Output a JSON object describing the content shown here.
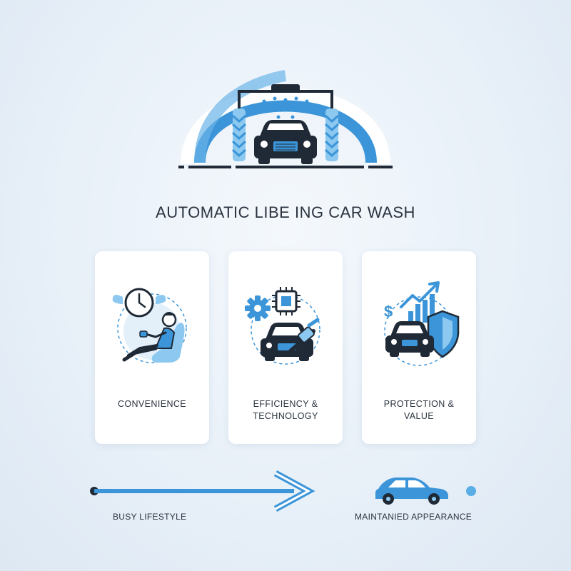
{
  "title": "AUTOMATIC LIBE ING CAR WASH",
  "colors": {
    "accent": "#3b95d8",
    "light_accent": "#8cc8ef",
    "dark": "#1f2a36",
    "background": "#e8f0f8"
  },
  "hero": {
    "icon": "car-wash-arch-icon"
  },
  "cards": [
    {
      "icon": "person-relaxing-clock-icon",
      "label_lines": [
        "CONVENIENCE"
      ]
    },
    {
      "icon": "car-chip-gear-icon",
      "label_lines": [
        "EFFICIENCY &",
        "TECHNOLOGY"
      ]
    },
    {
      "icon": "car-shield-growth-icon",
      "label_lines": [
        "PROTECTION &",
        "VALUE"
      ]
    }
  ],
  "flow": {
    "start_label": "BUSY LIFESTYLE",
    "end_label": "MAINTANIED APPEARANCE",
    "end_icon": "blue-car-icon"
  }
}
